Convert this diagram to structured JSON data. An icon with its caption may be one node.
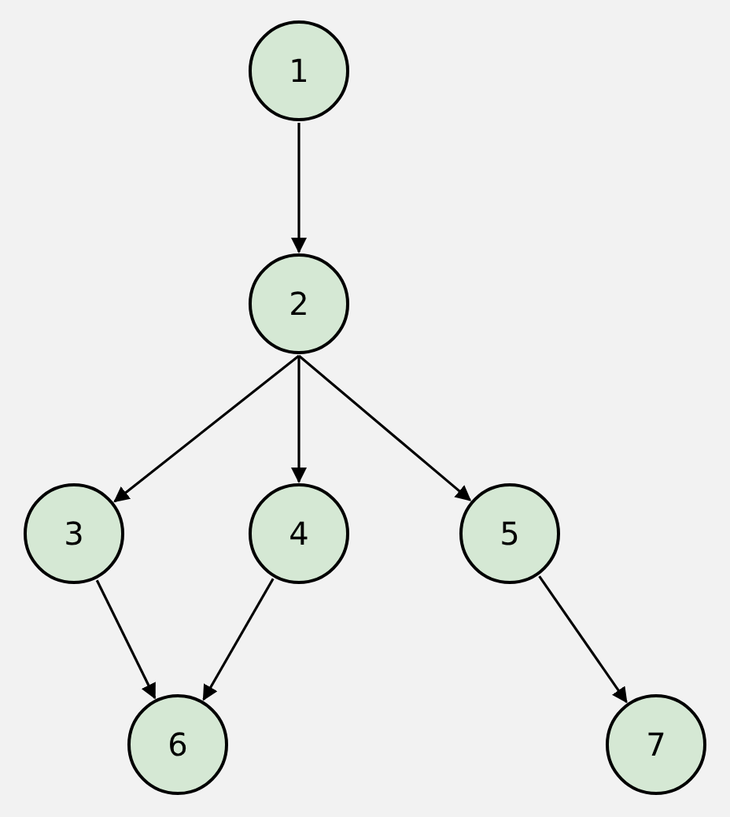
{
  "diagram": {
    "nodes": [
      {
        "text": [
          "1"
        ]
      },
      {
        "text": [
          "2"
        ]
      },
      {
        "text": [
          "3"
        ]
      },
      {
        "text": [
          "4"
        ]
      },
      {
        "text": [
          "5"
        ]
      },
      {
        "text": [
          "6"
        ]
      },
      {
        "text": [
          "7"
        ]
      }
    ],
    "edges": [
      {
        "from": 0,
        "to": 1,
        "arrow": "to"
      },
      {
        "from": 1,
        "to": 2,
        "arrow": "to"
      },
      {
        "from": 1,
        "to": 3,
        "arrow": "to"
      },
      {
        "from": 1,
        "to": 4,
        "arrow": "to"
      },
      {
        "from": 2,
        "to": 5,
        "arrow": "to"
      },
      {
        "from": 3,
        "to": 5,
        "arrow": "to"
      },
      {
        "from": 4,
        "to": 6,
        "arrow": "to"
      }
    ]
  }
}
